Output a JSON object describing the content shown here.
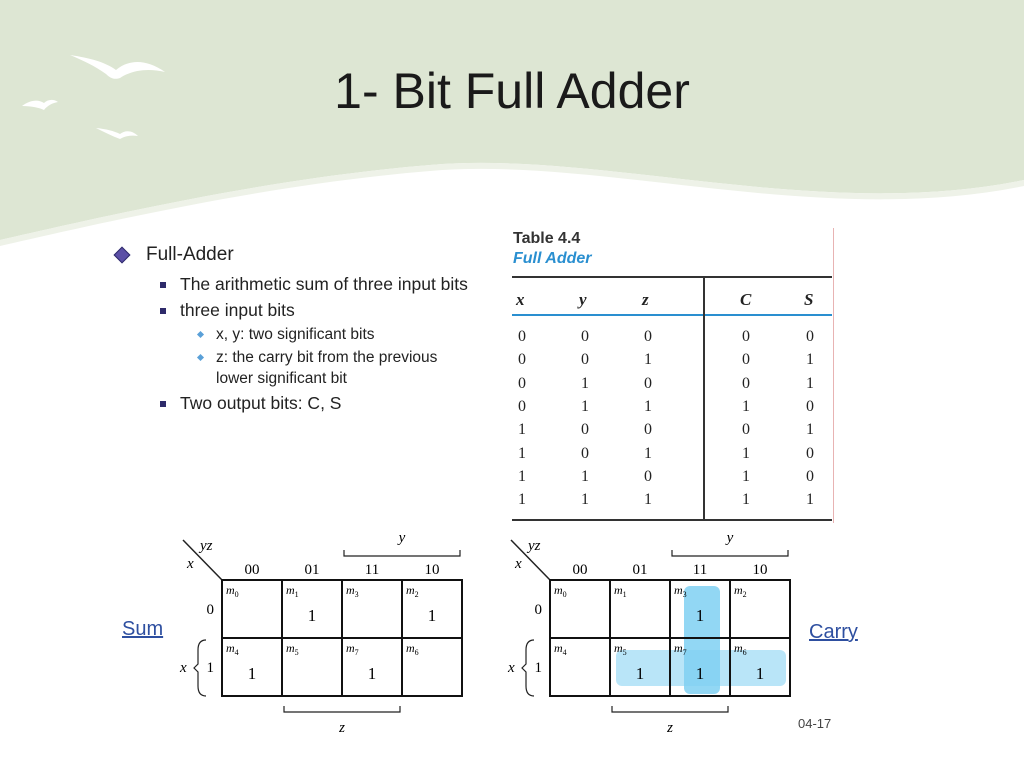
{
  "slide": {
    "title": "1- Bit Full Adder",
    "page_number": "04-17"
  },
  "bullets": {
    "main": "Full-Adder",
    "sub1": "The arithmetic sum of three input bits",
    "sub2": "three input bits",
    "sub2_items": [
      "x, y: two significant bits",
      "z: the carry bit from the previous lower significant bit"
    ],
    "sub3": "Two output bits: C, S"
  },
  "truth_table": {
    "label": "Table 4.4",
    "caption": "Full Adder",
    "headers": [
      "x",
      "y",
      "z",
      "C",
      "S"
    ],
    "rows": [
      [
        "0",
        "0",
        "0",
        "0",
        "0"
      ],
      [
        "0",
        "0",
        "1",
        "0",
        "1"
      ],
      [
        "0",
        "1",
        "0",
        "0",
        "1"
      ],
      [
        "0",
        "1",
        "1",
        "1",
        "0"
      ],
      [
        "1",
        "0",
        "0",
        "0",
        "1"
      ],
      [
        "1",
        "0",
        "1",
        "1",
        "0"
      ],
      [
        "1",
        "1",
        "0",
        "1",
        "0"
      ],
      [
        "1",
        "1",
        "1",
        "1",
        "1"
      ]
    ],
    "colors": {
      "accent": "#2a8fd0",
      "rule": "#333333"
    }
  },
  "kmaps": {
    "col_labels": [
      "00",
      "01",
      "11",
      "10"
    ],
    "row_labels": [
      "0",
      "1"
    ],
    "row_var": "x",
    "col_var": "yz",
    "y_label": "y",
    "z_label": "z",
    "minterms": [
      [
        "m0",
        "m1",
        "m3",
        "m2"
      ],
      [
        "m4",
        "m5",
        "m7",
        "m6"
      ]
    ],
    "sum": {
      "label": "Sum",
      "values": [
        [
          "",
          "1",
          "",
          "1"
        ],
        [
          "1",
          "",
          "1",
          ""
        ]
      ]
    },
    "carry": {
      "label": "Carry",
      "values": [
        [
          "",
          "",
          "1",
          ""
        ],
        [
          "",
          "1",
          "1",
          "1"
        ]
      ],
      "highlight_color": "#7fd0f2"
    }
  }
}
